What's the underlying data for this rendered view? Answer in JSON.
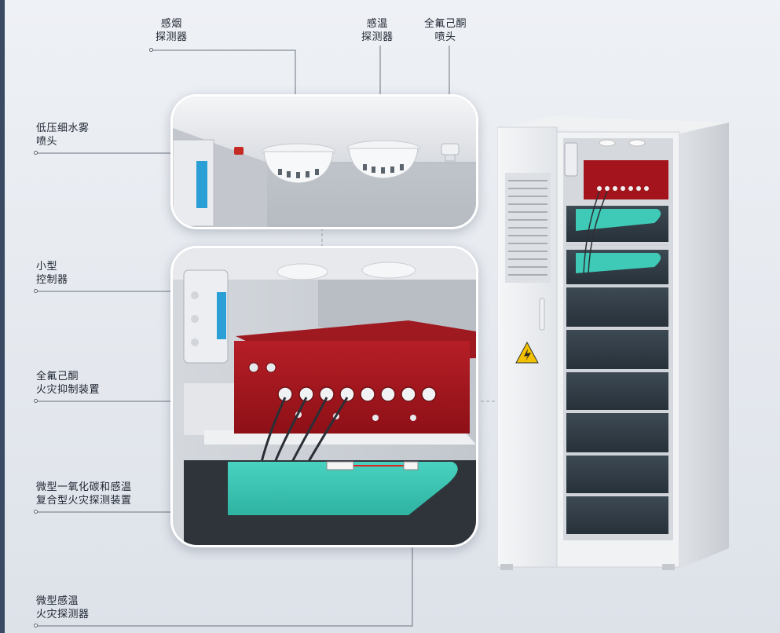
{
  "labels": {
    "smoke_detector": [
      "感烟",
      "探测器"
    ],
    "heat_detector": [
      "感温",
      "探测器"
    ],
    "nozzle_top": [
      "全氟己酮",
      "喷头"
    ],
    "mist_nozzle": [
      "低压细水雾",
      "喷头"
    ],
    "controller": [
      "小型",
      "控制器"
    ],
    "suppression_device": [
      "全氟己酮",
      "火灾抑制装置"
    ],
    "co_heat_detector": [
      "微型一氧化碳和感温",
      "复合型火灾探测装置"
    ],
    "micro_heat_detector": [
      "微型感温",
      "火灾探测器"
    ]
  },
  "colors": {
    "accent_red": "#a3141c",
    "battery_teal": "#3fc9b7",
    "tray_dark": "#2f3a44",
    "warning_yellow": "#f2c200"
  },
  "icons": [
    "high-voltage-warning-icon"
  ]
}
